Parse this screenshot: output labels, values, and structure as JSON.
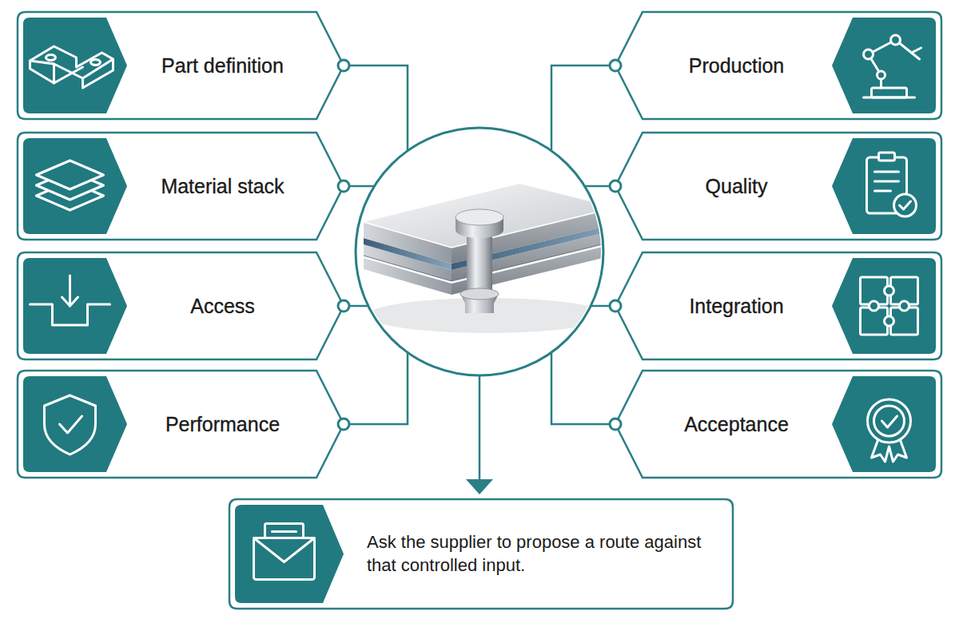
{
  "diagram": {
    "nodes": [
      {
        "text": [
          "Part definition"
        ]
      },
      {
        "text": [
          "Production"
        ]
      },
      {
        "text": [
          "Material stack"
        ]
      },
      {
        "text": [
          "Quality"
        ]
      },
      {
        "text": [
          "Access"
        ]
      },
      {
        "text": [
          "Integration"
        ]
      },
      {
        "text": [
          "Performance"
        ]
      },
      {
        "text": [
          "Acceptance"
        ]
      },
      {
        "text": [
          "Ask the supplier to propose a route against that controlled input."
        ]
      }
    ]
  }
}
